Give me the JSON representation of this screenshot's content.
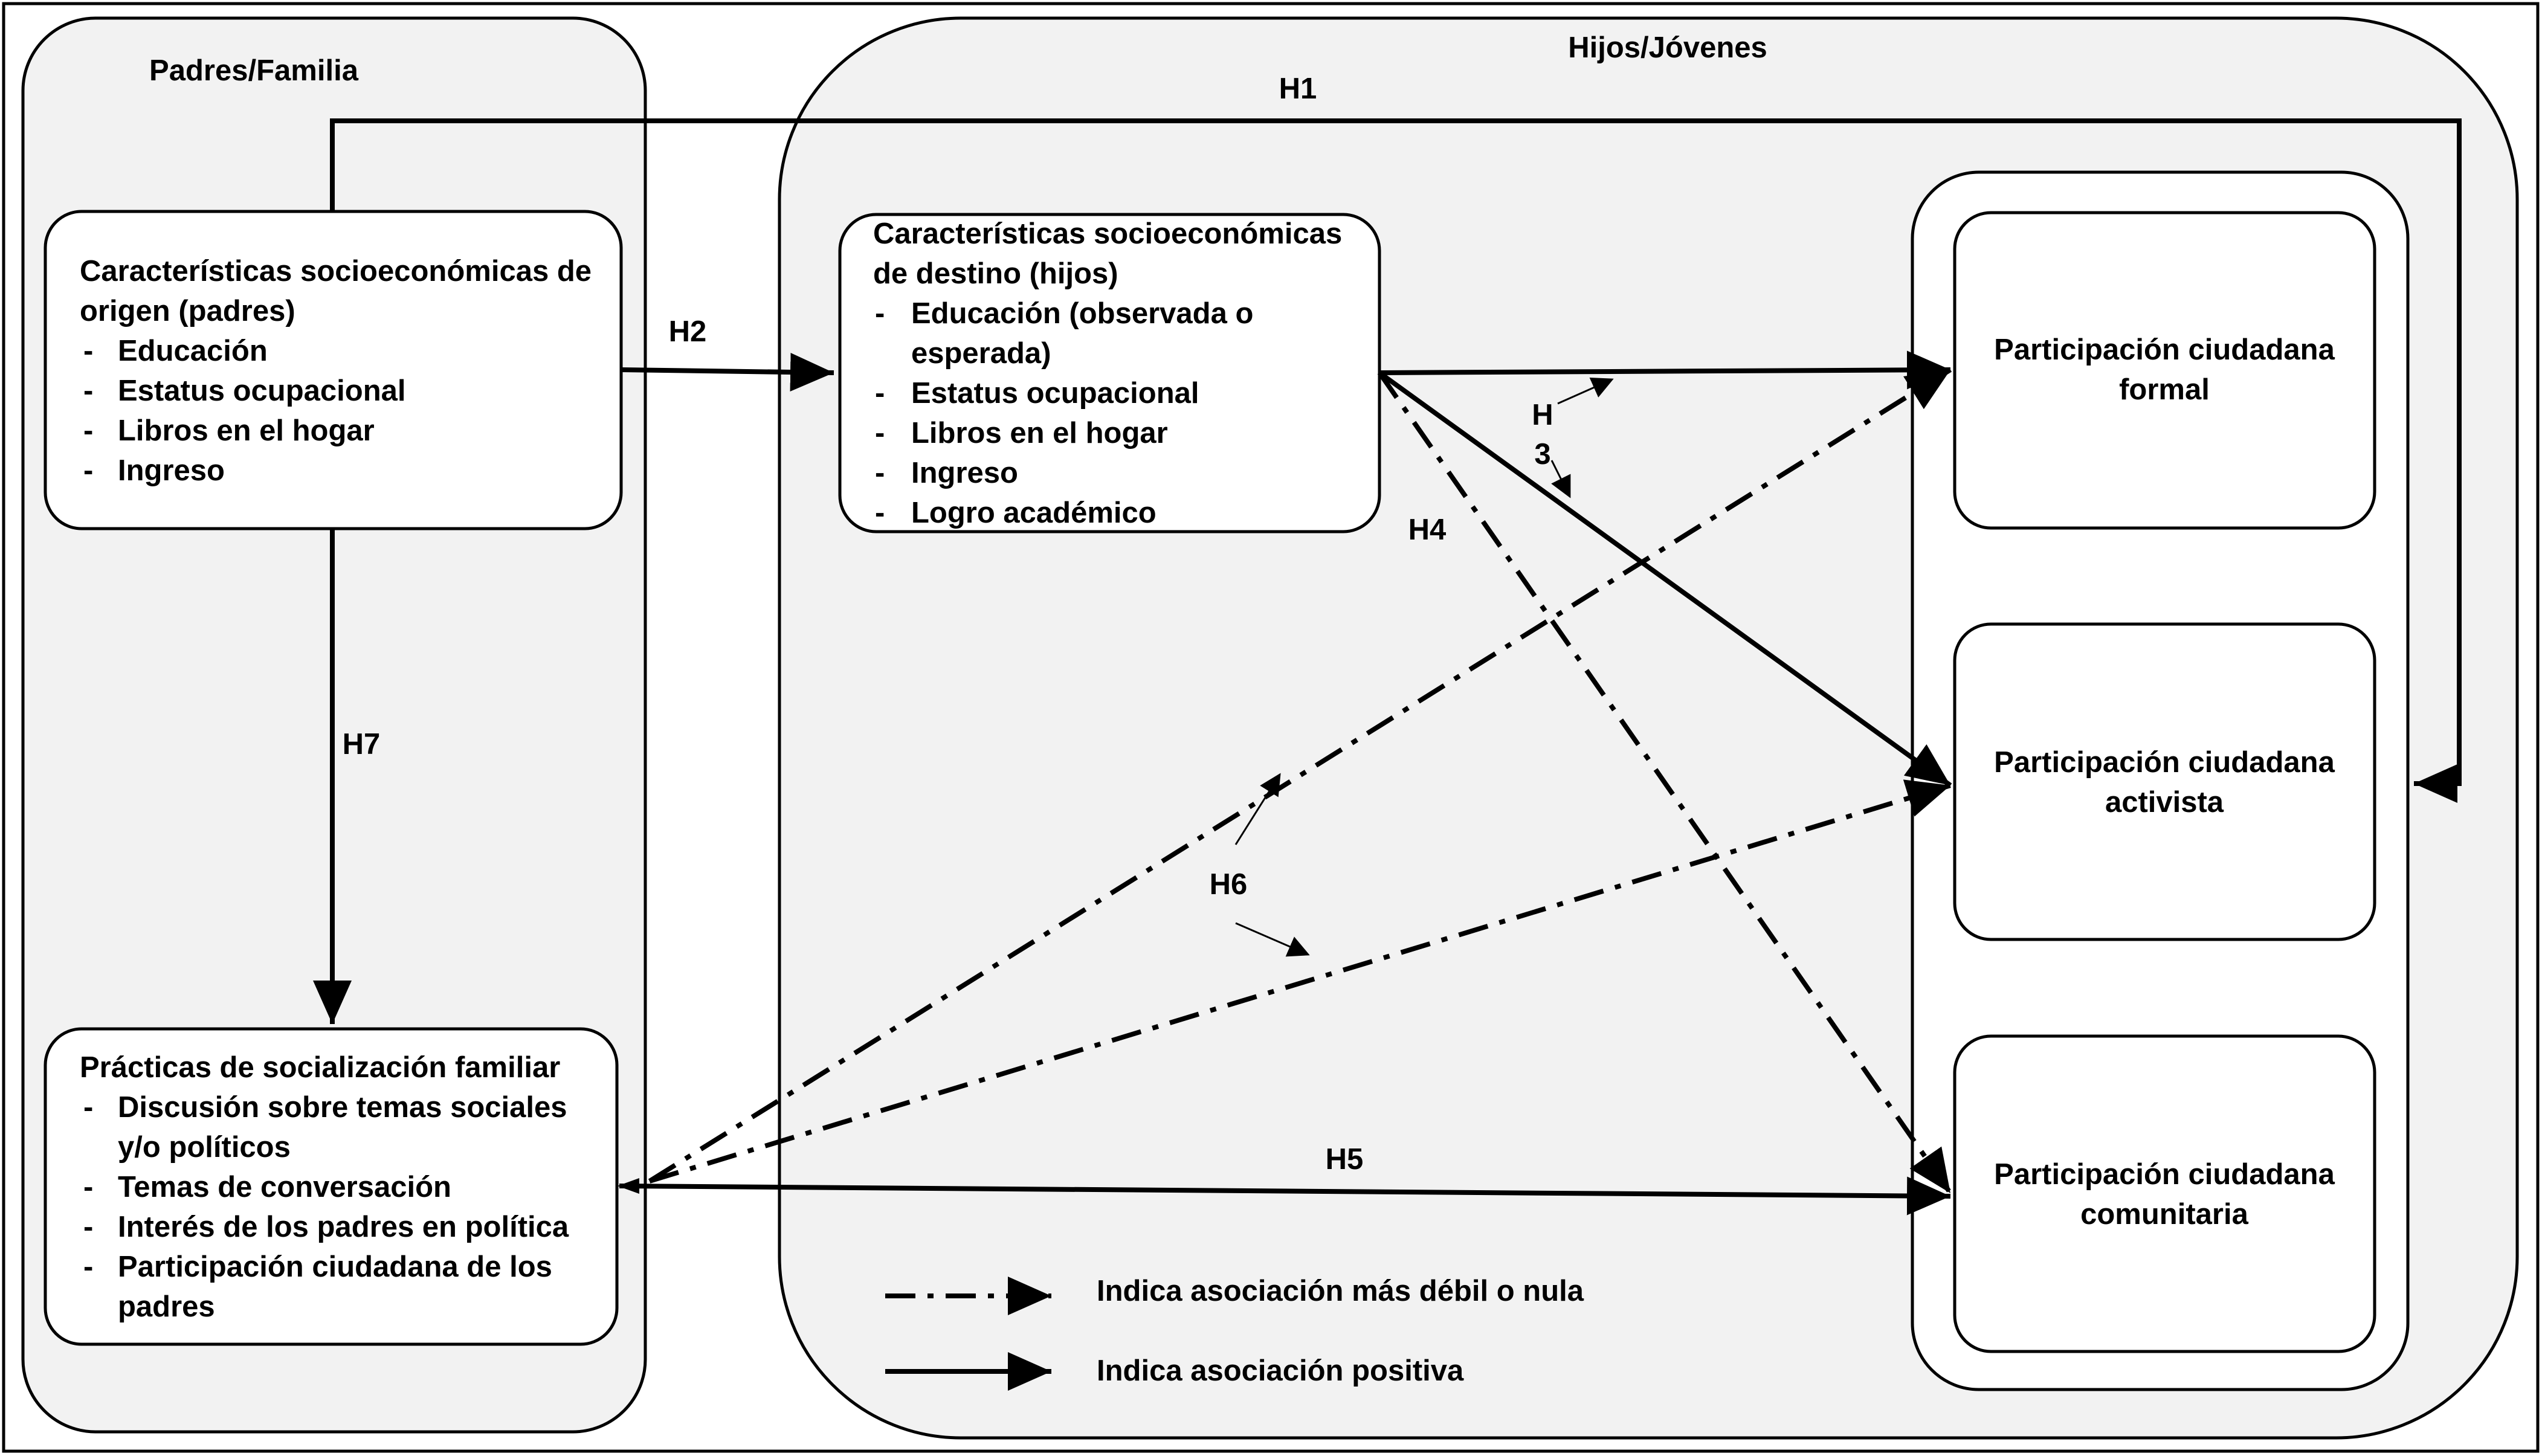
{
  "regions": {
    "parents": "Padres/Familia",
    "children": "Hijos/Jóvenes"
  },
  "boxes": {
    "origin": {
      "title_line1": "Características socioeconómicas de",
      "title_line2": "origen (padres)",
      "items": [
        "Educación",
        "Estatus ocupacional",
        "Libros en el hogar",
        "Ingreso"
      ]
    },
    "destination": {
      "title_line1": "Características socioeconómicas",
      "title_line2": "de destino (hijos)",
      "items": [
        "Educación (observada o",
        "esperada)",
        "Estatus ocupacional",
        "Libros en el hogar",
        "Ingreso",
        "Logro académico"
      ]
    },
    "socialization": {
      "title": "Prácticas de socialización familiar",
      "items": [
        "Discusión sobre temas sociales",
        "y/o políticos",
        "Temas de conversación",
        "Interés de los padres en política",
        "Participación ciudadana de los",
        "padres"
      ]
    },
    "formal": {
      "line1": "Participación ciudadana",
      "line2": "formal"
    },
    "activist": {
      "line1": "Participación ciudadana",
      "line2": "activista"
    },
    "community": {
      "line1": "Participación ciudadana",
      "line2": "comunitaria"
    }
  },
  "hypotheses": {
    "h1": "H1",
    "h2": "H2",
    "h3_line1": "H",
    "h3_line2": "3",
    "h4": "H4",
    "h5": "H5",
    "h6": "H6",
    "h7": "H7"
  },
  "legend": {
    "dashed": "Indica asociación más débil o nula",
    "solid": "Indica asociación positiva"
  },
  "colors": {
    "region_fill": "#f2f2f2",
    "box_fill": "#ffffff",
    "stroke": "#000000"
  }
}
